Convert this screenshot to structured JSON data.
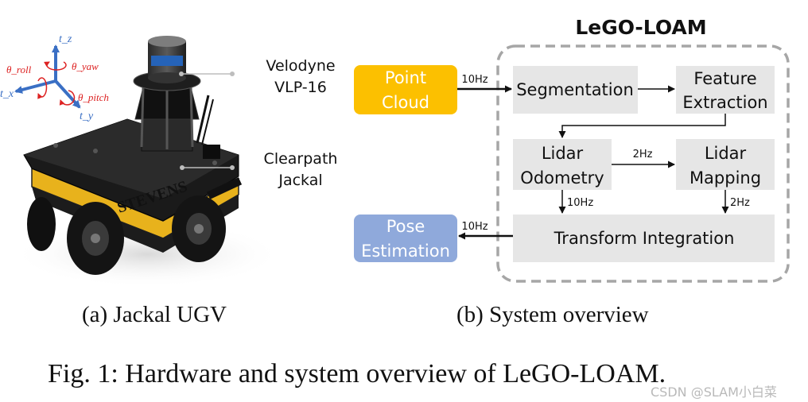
{
  "robot_labels": {
    "sensor": [
      "Velodyne",
      "VLP-16"
    ],
    "platform": [
      "Clearpath",
      "Jackal"
    ],
    "brand_text": "STEVENS"
  },
  "axes": {
    "tz": "t_z",
    "tx": "t_x",
    "ty": "t_y",
    "roll": "θ_roll",
    "yaw": "θ_yaw",
    "pitch": "θ_pitch"
  },
  "diagram": {
    "title": "LeGO-LOAM",
    "input": [
      "Point",
      "Cloud"
    ],
    "output": [
      "Pose",
      "Estimation"
    ],
    "segmentation": "Segmentation",
    "feature_extraction": [
      "Feature",
      "Extraction"
    ],
    "lidar_odometry": [
      "Lidar",
      "Odometry"
    ],
    "lidar_mapping": [
      "Lidar",
      "Mapping"
    ],
    "transform_integration": "Transform Integration",
    "rates": {
      "input": "10Hz",
      "odom_to_map": "2Hz",
      "odom_down": "10Hz",
      "map_down": "2Hz",
      "output": "10Hz"
    },
    "colors": {
      "input_fill": "#fcc000",
      "output_fill": "#8fa9db",
      "block_fill": "#e6e6e6",
      "dashed_border": "#a6a6a6"
    }
  },
  "captions": {
    "a": "(a) Jackal UGV",
    "b": "(b) System overview",
    "figure": "Fig. 1: Hardware and system overview of LeGO-LOAM."
  },
  "watermark": "CSDN @SLAM小白菜"
}
